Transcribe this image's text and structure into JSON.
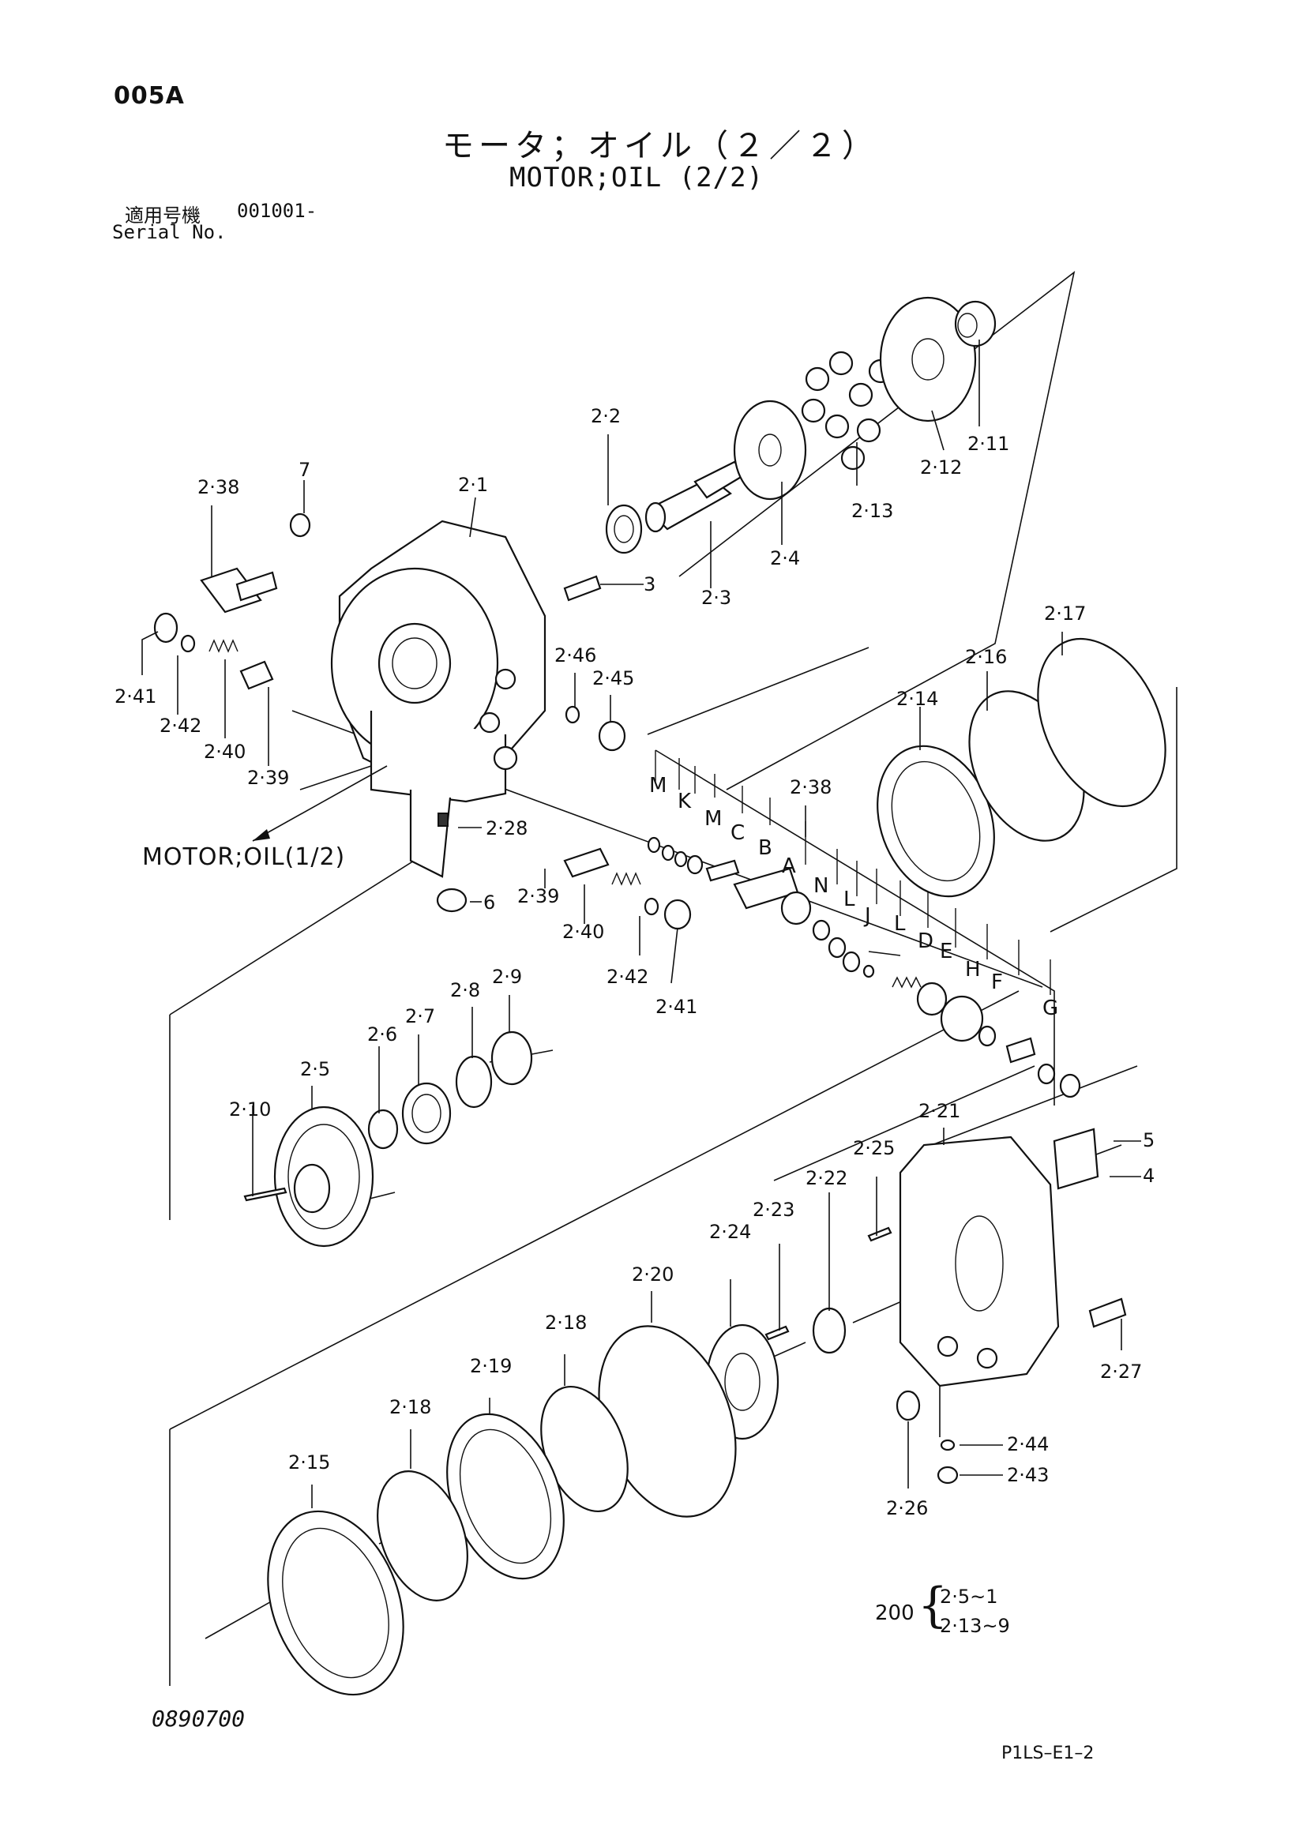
{
  "header": {
    "page_code": "005A",
    "title_jp": "モータ；オイル（２／２）",
    "title_en": "MOTOR;OIL (2/2)",
    "serial_label_jp": "適用号機",
    "serial_value": "001001-",
    "serial_label_en": "Serial No."
  },
  "reference": {
    "label": "MOTOR;OIL(1/2)"
  },
  "callouts": {
    "c2_1": "2·1",
    "c2_2": "2·2",
    "c2_3": "2·3",
    "c2_4": "2·4",
    "c2_5": "2·5",
    "c2_6": "2·6",
    "c2_7": "2·7",
    "c2_8": "2·8",
    "c2_9": "2·9",
    "c2_10": "2·10",
    "c2_11": "2·11",
    "c2_12": "2·12",
    "c2_13": "2·13",
    "c2_14": "2·14",
    "c2_15": "2·15",
    "c2_16": "2·16",
    "c2_17": "2·17",
    "c2_18a": "2·18",
    "c2_18b": "2·18",
    "c2_19": "2·19",
    "c2_20": "2·20",
    "c2_21": "2·21",
    "c2_22": "2·22",
    "c2_23": "2·23",
    "c2_24": "2·24",
    "c2_25": "2·25",
    "c2_26": "2·26",
    "c2_27": "2·27",
    "c2_28": "2·28",
    "c2_38a": "2·38",
    "c2_38b": "2·38",
    "c2_39a": "2·39",
    "c2_39b": "2·39",
    "c2_40a": "2·40",
    "c2_40b": "2·40",
    "c2_41a": "2·41",
    "c2_41b": "2·41",
    "c2_42a": "2·42",
    "c2_42b": "2·42",
    "c2_43": "2·43",
    "c2_44": "2·44",
    "c2_45": "2·45",
    "c2_46": "2·46",
    "c3": "3",
    "c4": "4",
    "c5": "5",
    "c6": "6",
    "c7": "7"
  },
  "letters": {
    "m1": "M",
    "k": "K",
    "m2": "M",
    "c": "C",
    "b": "B",
    "a": "A",
    "n": "N",
    "l1": "L",
    "j": "J",
    "l2": "L",
    "d": "D",
    "e": "E",
    "h": "H",
    "f": "F",
    "g": "G"
  },
  "set_note": {
    "qty": "200",
    "line1": "2·5~1",
    "line2": "2·13~9"
  },
  "footer": {
    "drawing_no": "0890700",
    "doc_code": "P1LS–E1–2"
  }
}
